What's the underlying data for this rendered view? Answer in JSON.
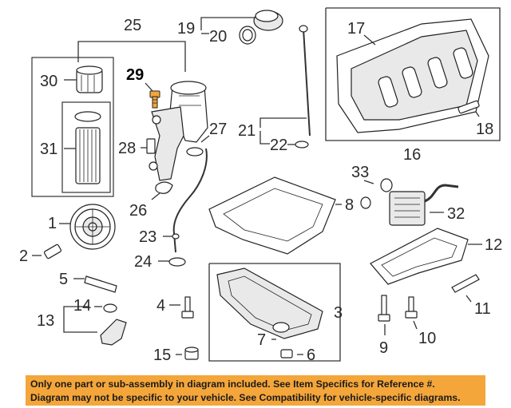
{
  "callouts": {
    "c1": "1",
    "c2": "2",
    "c3": "3",
    "c4": "4",
    "c5": "5",
    "c6": "6",
    "c7": "7",
    "c8": "8",
    "c9": "9",
    "c10": "10",
    "c11": "11",
    "c12": "12",
    "c13": "13",
    "c14": "14",
    "c15": "15",
    "c16": "16",
    "c17": "17",
    "c18": "18",
    "c19": "19",
    "c20": "20",
    "c21": "21",
    "c22": "22",
    "c23": "23",
    "c24": "24",
    "c25": "25",
    "c26": "26",
    "c27": "27",
    "c28": "28",
    "c29": "29",
    "c30": "30",
    "c31": "31",
    "c32": "32",
    "c33": "33"
  },
  "highlighted_callout": "29",
  "colors": {
    "banner": "#f4a63a",
    "highlight_part": "#f4a63a"
  },
  "disclaimer": {
    "line1": "Only one part or sub-assembly in diagram included. See Item Specifics for Reference #.",
    "line2": "Diagram may not be specific to your vehicle. See Compatibility for vehicle-specific diagrams."
  }
}
